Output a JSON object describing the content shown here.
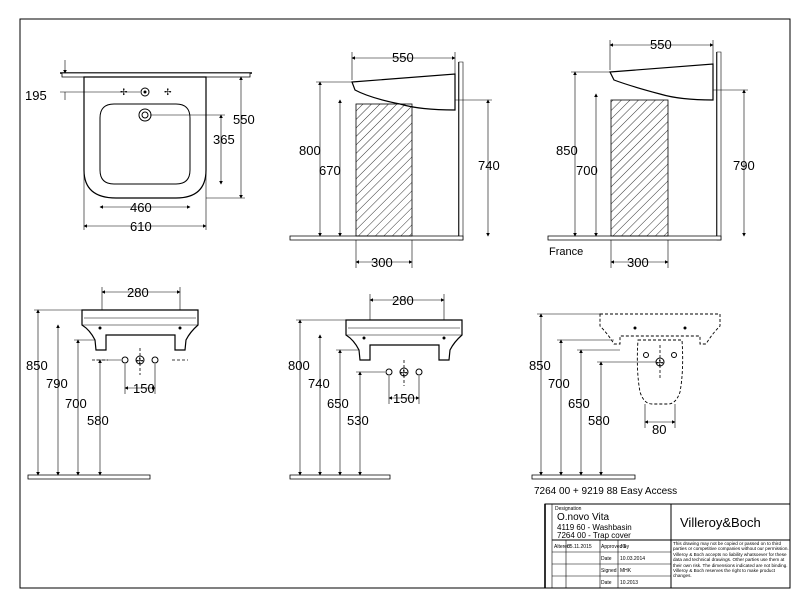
{
  "views": {
    "top": {
      "d195": "195",
      "d550": "550",
      "d365": "365",
      "d460": "460",
      "d610": "610"
    },
    "side1": {
      "d550": "550",
      "d800": "800",
      "d670": "670",
      "d740": "740",
      "d300": "300"
    },
    "side2": {
      "d550": "550",
      "d850": "850",
      "d700": "700",
      "d790": "790",
      "d300": "300",
      "france_label": "France"
    },
    "front1": {
      "d280": "280",
      "d850": "850",
      "d790": "790",
      "d700": "700",
      "d580": "580",
      "d150": "150"
    },
    "front2": {
      "d280": "280",
      "d800": "800",
      "d740": "740",
      "d650": "650",
      "d530": "530",
      "d150": "150"
    },
    "front3": {
      "d850": "850",
      "d700": "700",
      "d650": "650",
      "d580": "580",
      "d80": "80",
      "caption": "7264 00 + 9219 88 Easy Access"
    }
  },
  "title_block": {
    "designation_label": "Designation",
    "product_name": "O.novo Vita",
    "line1": "4119 60 - Washbasin",
    "line2": "7264 00 - Trap cover",
    "brand": "Villeroy&Boch",
    "rows": [
      {
        "label": "Altered",
        "date": "05.11.2015",
        "role": "Approved by",
        "value": "JG"
      },
      {
        "label": "",
        "date": "",
        "role": "Date",
        "value": "10.03.2014"
      },
      {
        "label": "",
        "date": "",
        "role": "Signed",
        "value": "MHK"
      },
      {
        "label": "",
        "date": "",
        "role": "Date",
        "value": "10.2013"
      }
    ],
    "notice": "This drawing may not be copied or passed on to third parties or competitive companies without our permission. Villeroy & Boch accepts no liability whatsoever for these data and technical drawings. Other parties use them at their own risk. The dimensions indicated are not binding. Villeroy & Boch reserves the right to make product changes."
  }
}
